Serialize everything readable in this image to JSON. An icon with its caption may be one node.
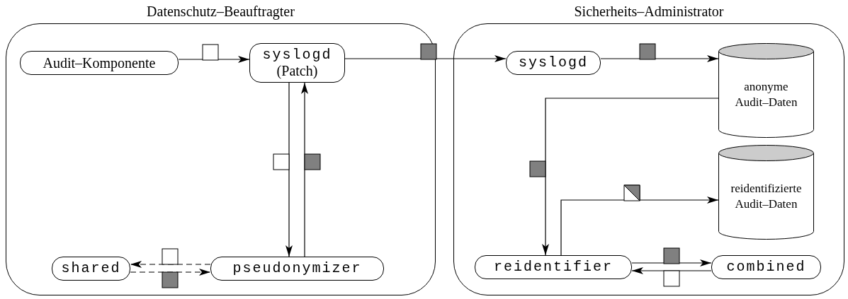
{
  "diagram": {
    "nodes": [
      {
        "text": [
          "Datenschutz–Beauftragter"
        ]
      },
      {
        "text": [
          "Audit–Komponente"
        ],
        "in": 0
      },
      {
        "text": [
          "syslogd",
          "(Patch)"
        ],
        "in": 0
      },
      {
        "text": [
          "shared"
        ],
        "in": 0
      },
      {
        "text": [
          "pseudonymizer"
        ],
        "in": 0
      },
      {
        "text": [
          "Sicherheits–Administrator"
        ]
      },
      {
        "text": [
          "syslogd"
        ],
        "in": 5
      },
      {
        "text": [
          "anonyme Audit–Daten"
        ],
        "in": 5
      },
      {
        "text": [
          "reidentifizierte Audit–Daten"
        ],
        "in": 5
      },
      {
        "text": [
          "reidentifier"
        ],
        "in": 5
      },
      {
        "text": [
          "combined"
        ],
        "in": 5
      }
    ],
    "edges": [
      {
        "from": 1,
        "to": 2,
        "arrow": "to"
      },
      {
        "from": 2,
        "to": 6,
        "arrow": "to"
      },
      {
        "from": 6,
        "to": 7,
        "arrow": "to"
      },
      {
        "from": 2,
        "to": 4,
        "arrow": "to"
      },
      {
        "from": 4,
        "to": 2,
        "arrow": "to"
      },
      {
        "from": 4,
        "to": 3,
        "arrow": "to",
        "style": "dashed"
      },
      {
        "from": 3,
        "to": 4,
        "arrow": "to",
        "style": "dashed"
      },
      {
        "from": 7,
        "to": 9,
        "arrow": "to"
      },
      {
        "from": 9,
        "to": 8,
        "arrow": "to"
      },
      {
        "from": 9,
        "to": 10,
        "arrow": "to"
      },
      {
        "from": 10,
        "to": 9,
        "arrow": "to"
      }
    ]
  }
}
